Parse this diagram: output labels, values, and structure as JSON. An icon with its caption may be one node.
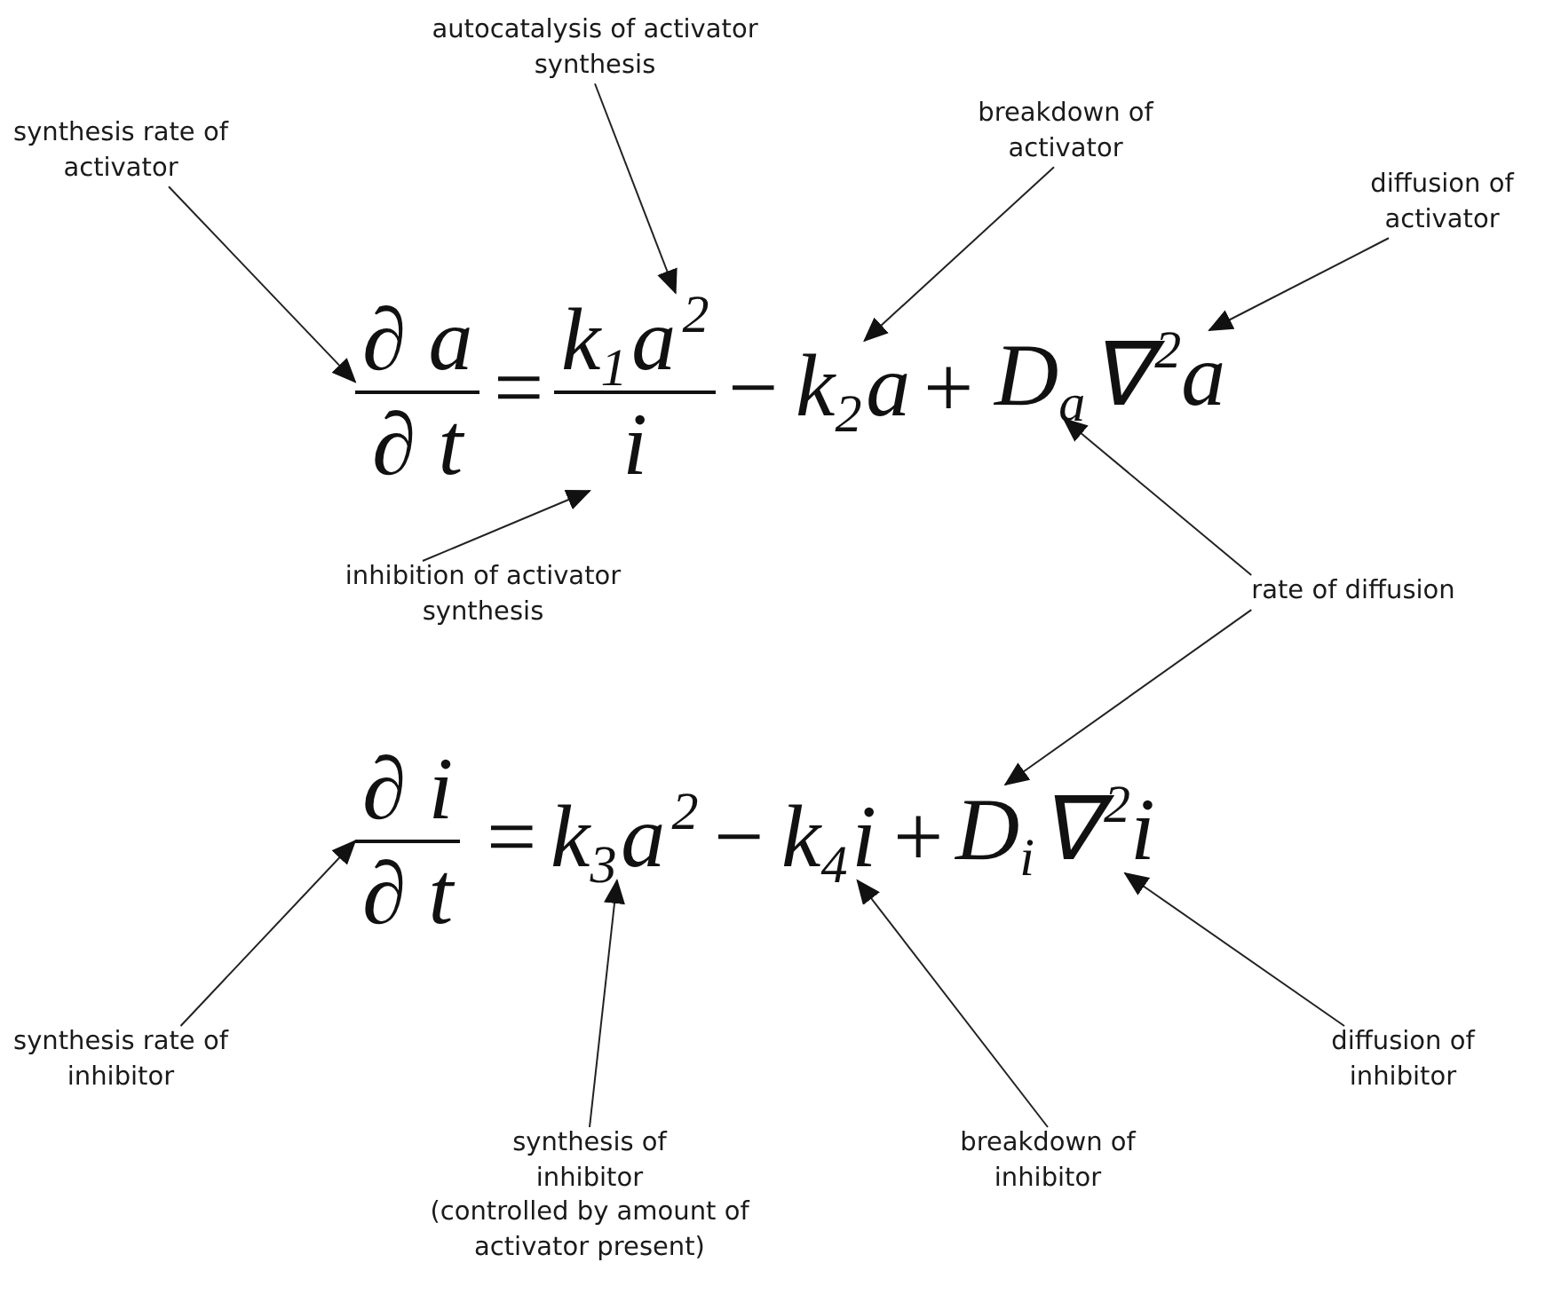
{
  "diagram": {
    "nodes": [
      {
        "text": [
          "autocatalysis of activator synthesis"
        ]
      },
      {
        "text": [
          "synthesis rate of activator"
        ]
      },
      {
        "text": [
          "breakdown of activator"
        ]
      },
      {
        "text": [
          "diffusion of activator"
        ]
      },
      {
        "text": [
          "∂ a",
          "∂ t"
        ]
      },
      {
        "text": [
          "k$_{1}$a$^{2}$",
          "i"
        ]
      },
      {
        "text": [
          "k$_{2}$a"
        ]
      },
      {
        "text": [
          "D$_{a}$∇$^{2}$a"
        ]
      },
      {
        "text": [
          "inhibition of activator synthesis"
        ]
      },
      {
        "text": [
          "rate of diffusion"
        ]
      },
      {
        "text": [
          "∂ i",
          "∂ t"
        ]
      },
      {
        "text": [
          "k$_{3}$a$^{2}$"
        ]
      },
      {
        "text": [
          "k$_{4}$i"
        ]
      },
      {
        "text": [
          "D$_{i}$∇$^{2}$i"
        ]
      },
      {
        "text": [
          "synthesis rate of inhibitor"
        ]
      },
      {
        "text": [
          "diffusion of inhibitor"
        ]
      },
      {
        "text": [
          "synthesis of inhibitor",
          "(controlled by amount of activator present)"
        ]
      },
      {
        "text": [
          "breakdown of inhibitor"
        ]
      }
    ],
    "edges": [
      {
        "from": 1,
        "to": 4,
        "arrow": "to"
      },
      {
        "from": 0,
        "to": 5,
        "arrow": "to"
      },
      {
        "from": 2,
        "to": 6,
        "arrow": "to"
      },
      {
        "from": 3,
        "to": 7,
        "arrow": "to"
      },
      {
        "from": 8,
        "to": 5,
        "arrow": "to"
      },
      {
        "from": 9,
        "to": 7,
        "arrow": "to"
      },
      {
        "from": 9,
        "to": 13,
        "arrow": "to"
      },
      {
        "from": 14,
        "to": 10,
        "arrow": "to"
      },
      {
        "from": 16,
        "to": 11,
        "arrow": "to"
      },
      {
        "from": 17,
        "to": 12,
        "arrow": "to"
      },
      {
        "from": 15,
        "to": 13,
        "arrow": "to"
      }
    ],
    "labels": [
      "=",
      "−",
      "+",
      "=",
      "−",
      "+"
    ]
  }
}
